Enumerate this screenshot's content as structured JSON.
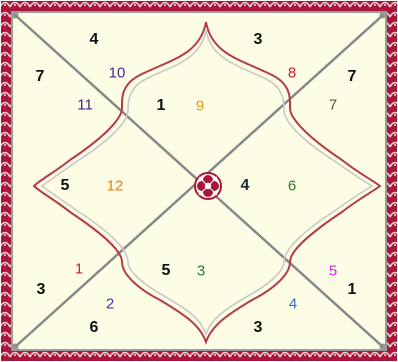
{
  "colors": {
    "border": "#a8173a",
    "border_light": "#e8b6c0",
    "background": "#fdfde6",
    "diagonal": "#888888",
    "curve_outer": "#b53a4a",
    "curve_inner": "#c8c8c8"
  },
  "labels": {
    "top_left_outer": "4",
    "left_top_outer": "7",
    "tl_inner_a": "10",
    "tl_inner_b": "11",
    "top_right_outer": "3",
    "tr_inner_a": "8",
    "right_top_outer": "7",
    "tr_inner_b": "7",
    "top_center_a": "1",
    "top_center_b": "9",
    "left_center_a": "5",
    "left_center_b": "12",
    "right_center_a": "4",
    "right_center_b": "6",
    "bl_inner_a": "1",
    "left_bottom_outer": "3",
    "bl_inner_b": "2",
    "bottom_left_outer": "6",
    "bottom_center_a": "5",
    "bottom_center_b": "3",
    "br_inner_a": "5",
    "right_bottom_outer": "1",
    "br_inner_b": "4",
    "bottom_right_outer": "3"
  },
  "label_colors": {
    "tl_inner_a": "#3a2a8a",
    "tl_inner_b": "#3a2a8a",
    "tr_inner_a": "#d0202a",
    "tr_inner_b": "#555555",
    "top_center_b": "#e89a10",
    "left_center_b": "#f07a10",
    "right_center_a": "#1a2a3a",
    "right_center_b": "#2a7a2a",
    "bl_inner_a": "#d0202a",
    "bl_inner_b": "#3a3aaa",
    "bottom_center_b": "#2a7a2a",
    "br_inner_a": "#e020e0",
    "br_inner_b": "#3a6ad0"
  },
  "icons": {
    "center": "knot-ornament-icon",
    "border": "wave-border-pattern"
  }
}
